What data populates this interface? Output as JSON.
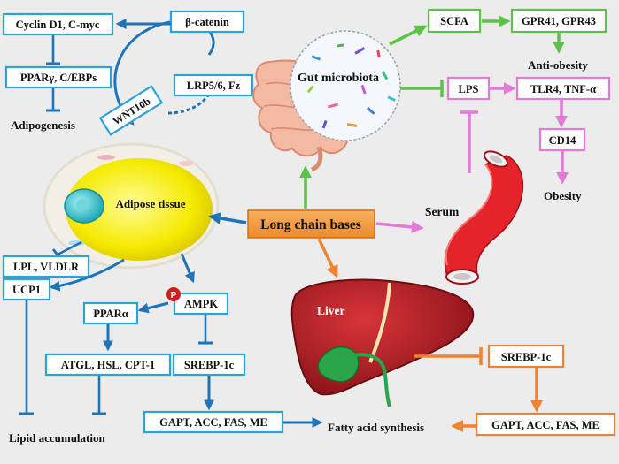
{
  "colors": {
    "blue": "#1f74b8",
    "box_blue": "#2aa3d8",
    "green": "#5cc24a",
    "pink": "#e37ad8",
    "orange": "#f08232",
    "hub_fill": "#f39a3c"
  },
  "hub": {
    "label": "Long chain bases"
  },
  "adipose": {
    "label": "Adipose tissue",
    "wnt": "WNT10b",
    "lrp": "LRP5/6, Fz",
    "catenin": "β-catenin",
    "cyclin": "Cyclin D1, C-myc",
    "ppar_cebp": "PPARγ, C/EBPs",
    "adipogenesis": "Adipogenesis",
    "lpl": "LPL, VLDLR",
    "ucp1": "UCP1",
    "ampk": "AMPK",
    "p_marker": "P",
    "ppara": "PPARα",
    "atgl": "ATGL, HSL, CPT-1",
    "srebp": "SREBP-1c",
    "gapt": "GAPT, ACC, FAS, ME",
    "lipid": "Lipid accumulation"
  },
  "gut": {
    "label": "Gut microbiota",
    "scfa": "SCFA",
    "gpr": "GPR41, GPR43",
    "anti_obesity": "Anti-obesity",
    "lps": "LPS",
    "tlr4": "TLR4,  TNF-α",
    "cd14": "CD14",
    "obesity": "Obesity",
    "serum": "Serum"
  },
  "liver": {
    "label": "Liver",
    "srebp": "SREBP-1c",
    "gapt": "GAPT, ACC, FAS, ME",
    "fatty_acid": "Fatty acid synthesis"
  }
}
